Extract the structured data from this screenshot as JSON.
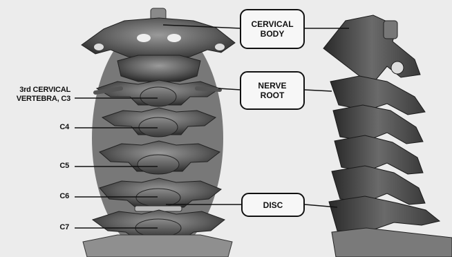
{
  "labels": {
    "c3_line1": "3rd CERVICAL",
    "c3_line2": "VERTEBRA, C3",
    "c4": "C4",
    "c5": "C5",
    "c6": "C6",
    "c7": "C7"
  },
  "callouts": {
    "cervical_body_line1": "CERVICAL",
    "cervical_body_line2": "BODY",
    "nerve_root_line1": "NERVE",
    "nerve_root_line2": "ROOT",
    "disc": "DISC"
  }
}
